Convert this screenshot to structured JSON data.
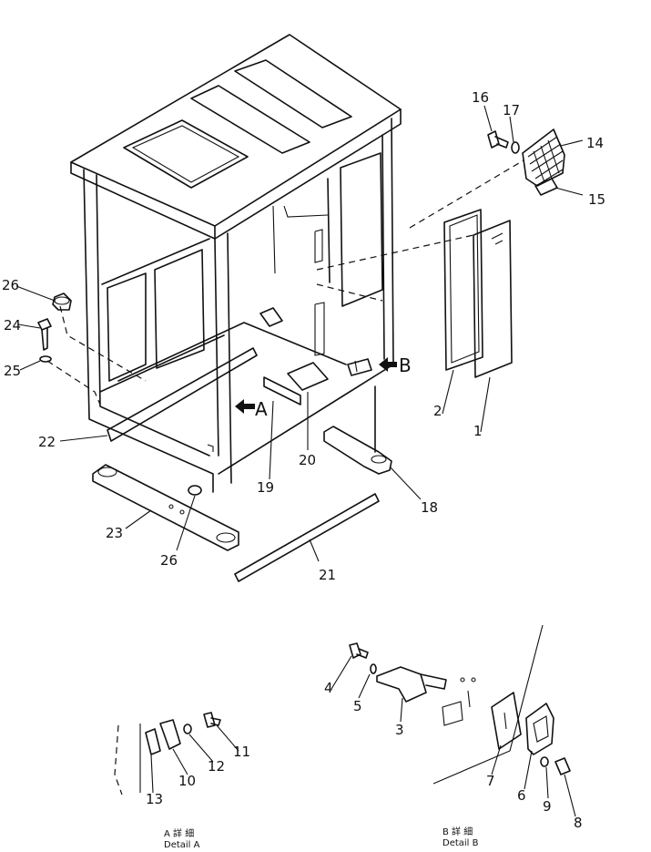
{
  "parts": [
    {
      "id": "label-1",
      "text": "1"
    },
    {
      "id": "label-2",
      "text": "2"
    },
    {
      "id": "label-3",
      "text": "3"
    },
    {
      "id": "label-4",
      "text": "4"
    },
    {
      "id": "label-5",
      "text": "5"
    },
    {
      "id": "label-6",
      "text": "6"
    },
    {
      "id": "label-7",
      "text": "7"
    },
    {
      "id": "label-8",
      "text": "8"
    },
    {
      "id": "label-9",
      "text": "9"
    },
    {
      "id": "label-10",
      "text": "10"
    },
    {
      "id": "label-11",
      "text": "11"
    },
    {
      "id": "label-12",
      "text": "12"
    },
    {
      "id": "label-13",
      "text": "13"
    },
    {
      "id": "label-14",
      "text": "14"
    },
    {
      "id": "label-15",
      "text": "15"
    },
    {
      "id": "label-16",
      "text": "16"
    },
    {
      "id": "label-17",
      "text": "17"
    },
    {
      "id": "label-18",
      "text": "18"
    },
    {
      "id": "label-19",
      "text": "19"
    },
    {
      "id": "label-20",
      "text": "20"
    },
    {
      "id": "label-21",
      "text": "21"
    },
    {
      "id": "label-22",
      "text": "22"
    },
    {
      "id": "label-23",
      "text": "23"
    },
    {
      "id": "label-24",
      "text": "24"
    },
    {
      "id": "label-25",
      "text": "25"
    },
    {
      "id": "label-26a",
      "text": "26"
    },
    {
      "id": "label-26b",
      "text": "26"
    }
  ],
  "view_markers": {
    "a": "A",
    "b": "B"
  },
  "details": {
    "a": {
      "jp": "A 詳 細",
      "en": "Detail A"
    },
    "b": {
      "jp": "B 詳 細",
      "en": "Detail B"
    }
  }
}
